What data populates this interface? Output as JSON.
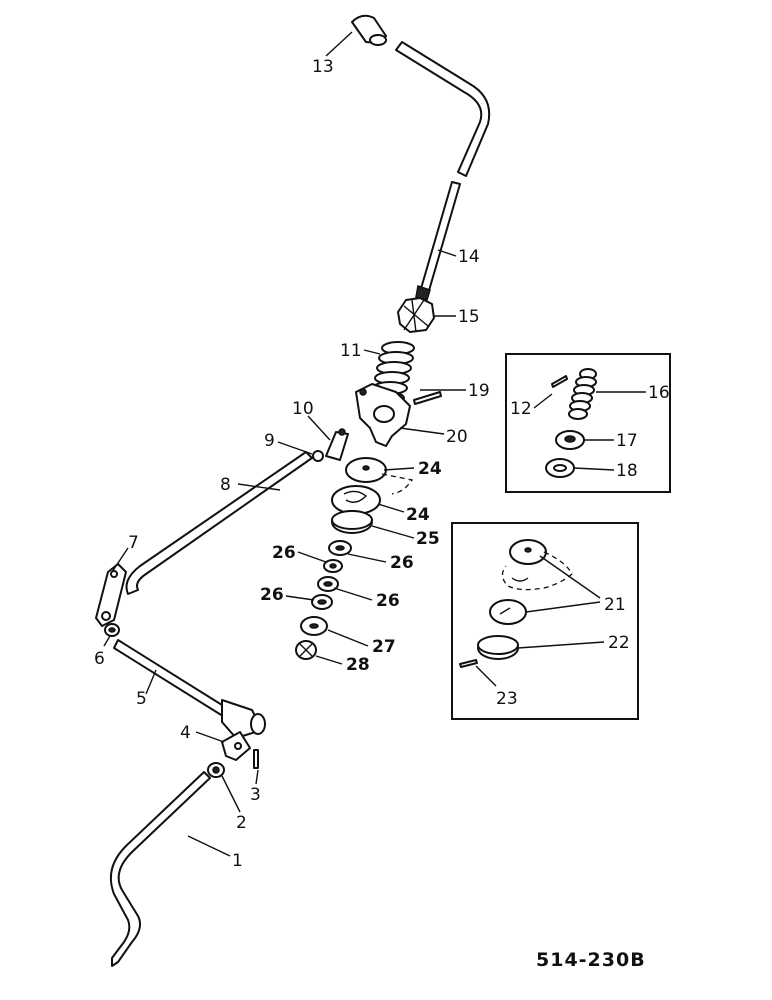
{
  "drawing_code": "514-230B",
  "callouts": {
    "c1": "1",
    "c2": "2",
    "c3": "3",
    "c4": "4",
    "c5": "5",
    "c6": "6",
    "c7": "7",
    "c8": "8",
    "c9": "9",
    "c10": "10",
    "c11": "11",
    "c12": "12",
    "c13": "13",
    "c14": "14",
    "c15": "15",
    "c16": "16",
    "c17": "17",
    "c18": "18",
    "c19": "19",
    "c20": "20",
    "c21": "21",
    "c22": "22",
    "c23": "23",
    "c24": "24",
    "c25": "25",
    "c26": "26",
    "c27": "27",
    "c28": "28"
  }
}
